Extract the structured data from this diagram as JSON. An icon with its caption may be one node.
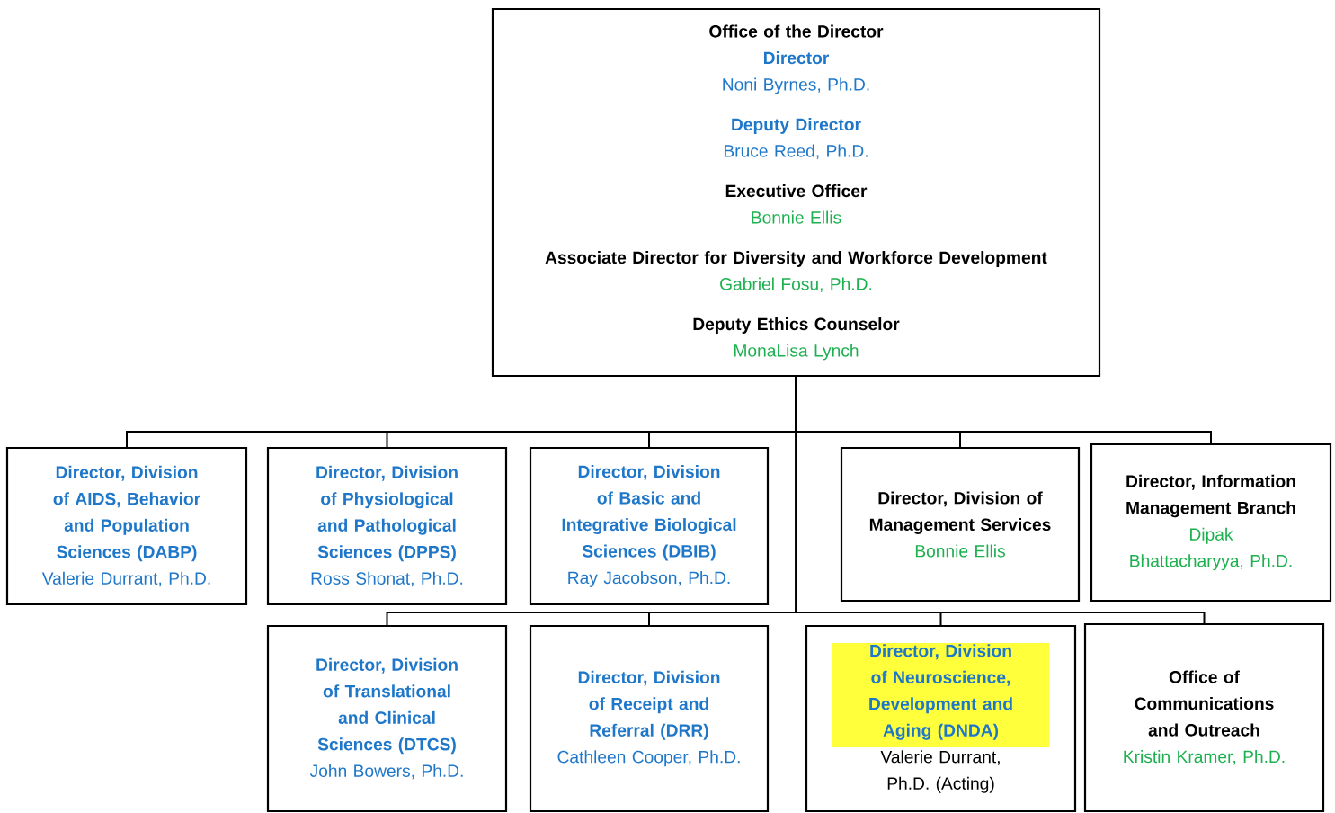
{
  "diagram": {
    "nodes": [
      {
        "text": [
          "Office of the Director",
          "Director",
          "Noni Byrnes, Ph.D.",
          "Deputy Director",
          "Bruce Reed, Ph.D.",
          "Executive Officer",
          "Bonnie Ellis",
          "Associate Director for Diversity and Workforce Development",
          "Gabriel Fosu, Ph.D.",
          "Deputy Ethics Counselor",
          "MonaLisa Lynch"
        ]
      },
      {
        "text": [
          "Director, Division of AIDS, Behavior and Population Sciences (DABP)",
          "Valerie Durrant, Ph.D."
        ]
      },
      {
        "text": [
          "Director, Division of Physiological and Pathological Sciences (DPPS)",
          "Ross Shonat, Ph.D."
        ]
      },
      {
        "text": [
          "Director, Division of Basic and Integrative Biological Sciences (DBIB)",
          "Ray Jacobson, Ph.D."
        ]
      },
      {
        "text": [
          "Director, Division of Management Services",
          "Bonnie Ellis"
        ]
      },
      {
        "text": [
          "Director, Information Management Branch",
          "Dipak Bhattacharyya, Ph.D."
        ]
      },
      {
        "text": [
          "Director, Division of Translational and Clinical Sciences (DTCS)",
          "John Bowers, Ph.D."
        ]
      },
      {
        "text": [
          "Director, Division of Receipt and Referral (DRR)",
          "Cathleen Cooper, Ph.D."
        ]
      },
      {
        "text": [
          "Director, Division of Neuroscience, Development and Aging (DNDA)",
          "Valerie Durrant, Ph.D. (Acting)"
        ]
      },
      {
        "text": [
          "Office of Communications and Outreach",
          "Kristin Kramer, Ph.D."
        ]
      }
    ],
    "edges": [
      {
        "from": 0,
        "to": 1,
        "arrow": "none"
      },
      {
        "from": 0,
        "to": 2,
        "arrow": "none"
      },
      {
        "from": 0,
        "to": 3,
        "arrow": "none"
      },
      {
        "from": 0,
        "to": 4,
        "arrow": "none"
      },
      {
        "from": 0,
        "to": 5,
        "arrow": "none"
      },
      {
        "from": 0,
        "to": 6,
        "arrow": "none"
      },
      {
        "from": 0,
        "to": 7,
        "arrow": "none"
      },
      {
        "from": 0,
        "to": 8,
        "arrow": "none"
      },
      {
        "from": 0,
        "to": 9,
        "arrow": "none"
      }
    ]
  }
}
